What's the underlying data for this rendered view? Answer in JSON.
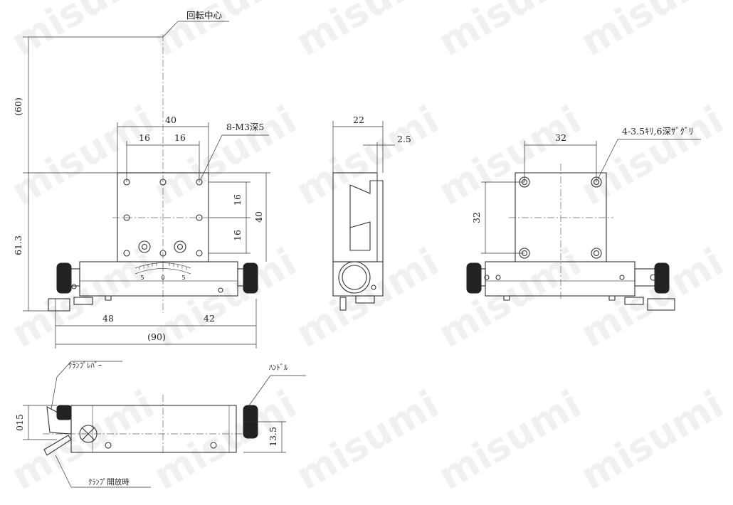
{
  "watermark": "misumi",
  "labels": {
    "rotation_center": "回転中心",
    "tapped_holes": "8-M3深5",
    "counterbore": "4-3.5ｷﾘ,6深ｻﾞｸﾞﾘ",
    "clamp_lever": "ｸﾗﾝﾌﾟﾚﾊﾞｰ",
    "handle": "ﾊﾝﾄﾞﾙ",
    "clamp_open": "ｸﾗﾝﾌﾟ開放時"
  },
  "dimensions": {
    "front_width_top": "40",
    "front_pitch_left": "16",
    "front_pitch_right": "16",
    "front_height_pitch_top": "16",
    "front_height_pitch_bottom": "16",
    "front_height": "40",
    "center_height": "(60)",
    "total_height": "61.3",
    "left_to_center": "48",
    "center_to_right": "42",
    "overall_width": "(90)",
    "side_width": "22",
    "side_offset": "2.5",
    "bottom_pitch_x": "32",
    "bottom_pitch_y": "32",
    "clamp_height": "015",
    "handle_height": "13.5"
  },
  "scale_marks": {
    "left": "5",
    "center": "0",
    "right": "5"
  }
}
